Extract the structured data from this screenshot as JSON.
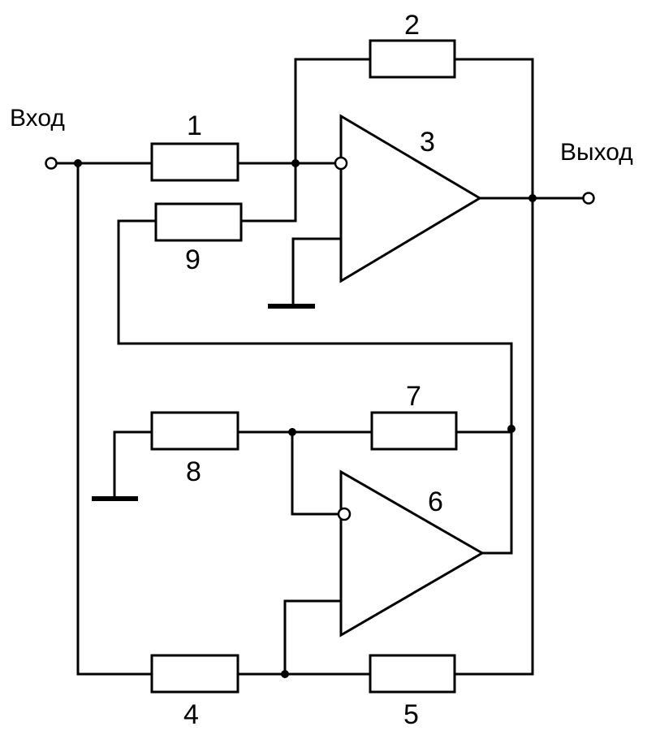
{
  "terminals": {
    "input_label": "Вход",
    "output_label": "Выход"
  },
  "components": {
    "r1": "1",
    "r2": "2",
    "opamp3": "3",
    "r4": "4",
    "r5": "5",
    "opamp6": "6",
    "r7": "7",
    "r8": "8",
    "r9": "9"
  }
}
